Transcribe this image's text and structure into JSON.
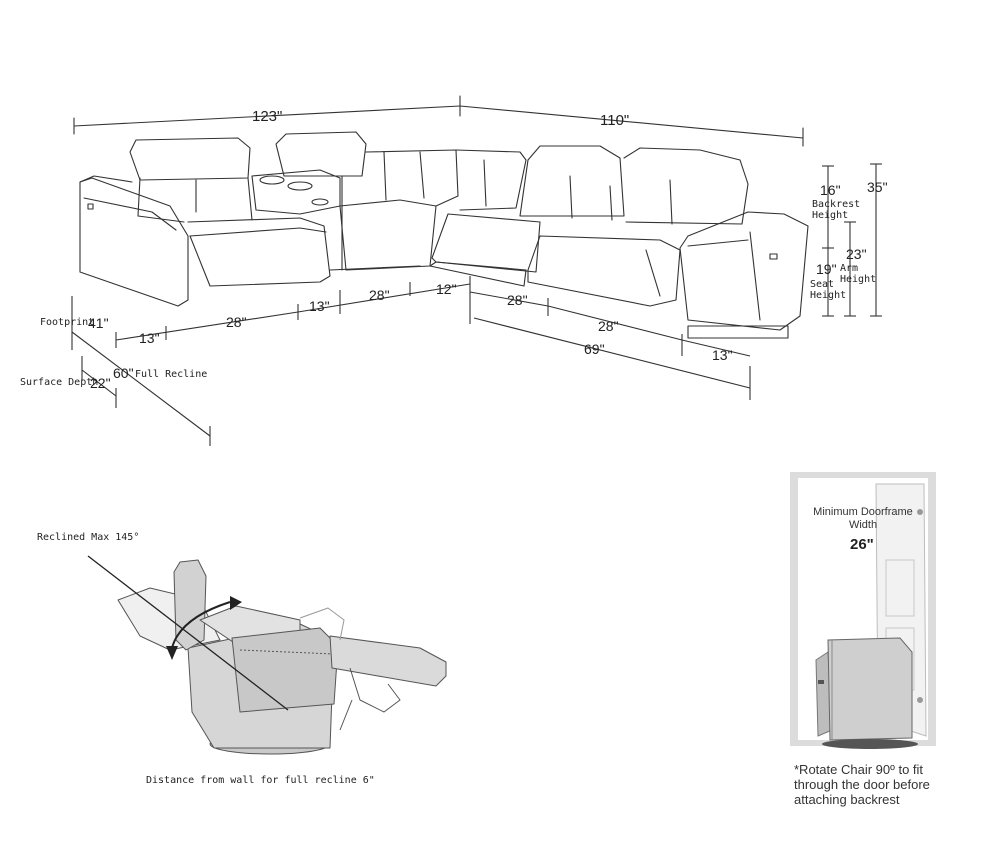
{
  "dimensions": {
    "total_left": "123\"",
    "total_right": "110\"",
    "backrest_h": "16\"",
    "total_h": "35\"",
    "backrest_label": "Backrest\nHeight",
    "arm_h": "23\"",
    "arm_label": "Arm\nHeight",
    "seat_h": "19\"",
    "seat_label": "Seat\nHeight",
    "left_arm": "13\"",
    "left_seat": "28\"",
    "console": "13\"",
    "seat_a": "28\"",
    "corner": "12\"",
    "right_seat_a": "28\"",
    "right_seat_b": "28\"",
    "right_span": "69\"",
    "right_arm": "13\"",
    "footprint_label": "Footprint",
    "footprint_val": "41\"",
    "full_recline_val": "60\"",
    "full_recline_label": "Full Recline",
    "surface_depth_label": "Surface Depth",
    "surface_depth_val": "22\""
  },
  "recliner": {
    "recline_label": "Reclined Max 145°",
    "wall_note": "Distance from wall for full recline 6\""
  },
  "doorframe": {
    "title": "Minimum Doorframe\nWidth",
    "value": "26\"",
    "note": "*Rotate Chair 90º to fit through the door before attaching backrest"
  }
}
